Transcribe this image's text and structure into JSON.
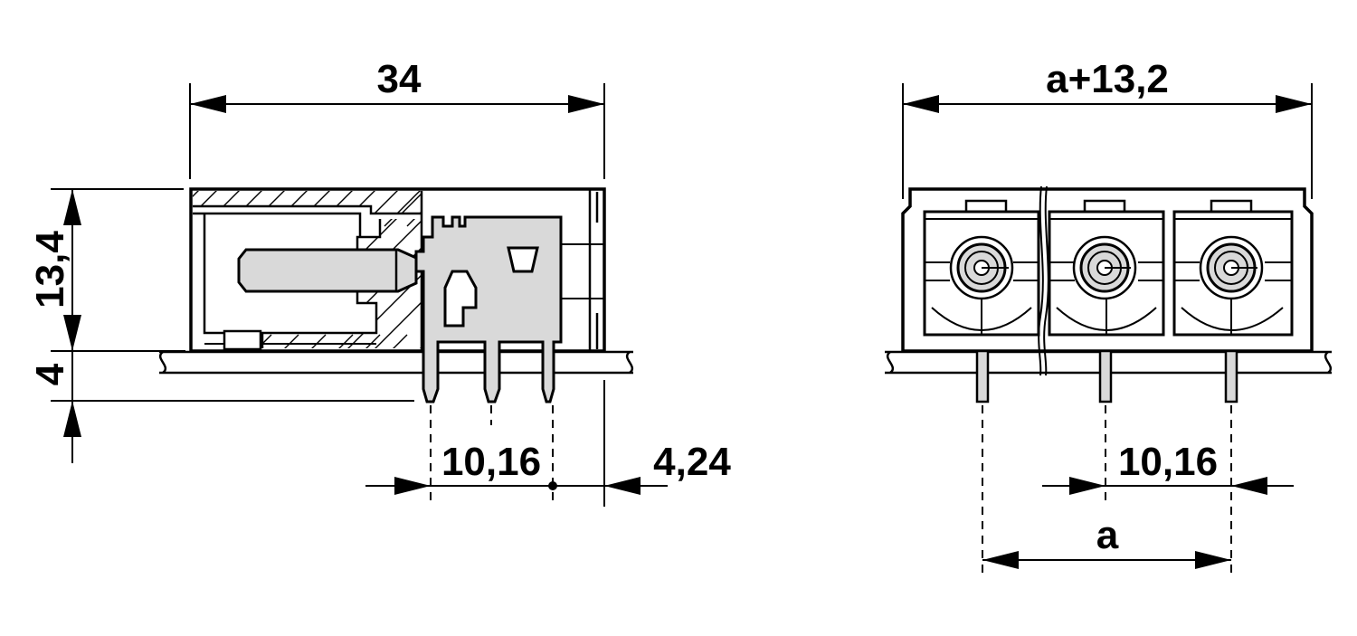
{
  "drawing": {
    "side_view": {
      "overall_length": "34",
      "body_height": "13,4",
      "pin_length": "4",
      "pin_pitch": "10,16",
      "edge_offset": "4,24"
    },
    "front_view": {
      "overall_width": "a+13,2",
      "pin_pitch": "10,16",
      "span": "a"
    }
  }
}
